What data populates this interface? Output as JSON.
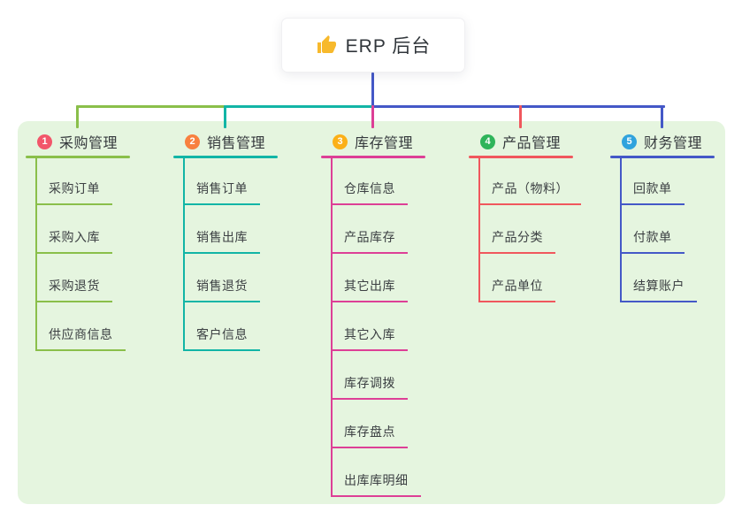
{
  "root": {
    "title": "ERP 后台",
    "icon": "thumbs-up-icon"
  },
  "colors": {
    "canvas_bg": "#ffffff",
    "panel_bg": "#e5f5df",
    "connector": "#4458c7",
    "thumb_icon": "#f7b92c",
    "root_text": "#31363b",
    "node_text": "#3c4043"
  },
  "branches": [
    {
      "num": "1",
      "label": "采购管理",
      "badge_color": "#f2566a",
      "line_color": "#8abf4a",
      "children": [
        "采购订单",
        "采购入库",
        "采购退货",
        "供应商信息"
      ]
    },
    {
      "num": "2",
      "label": "销售管理",
      "badge_color": "#f8803f",
      "line_color": "#12b5a6",
      "children": [
        "销售订单",
        "销售出库",
        "销售退货",
        "客户信息"
      ]
    },
    {
      "num": "3",
      "label": "库存管理",
      "badge_color": "#fbb018",
      "line_color": "#dd3f96",
      "children": [
        "仓库信息",
        "产品库存",
        "其它出库",
        "其它入库",
        "库存调拨",
        "库存盘点",
        "出库库明细"
      ]
    },
    {
      "num": "4",
      "label": "产品管理",
      "badge_color": "#2eb45a",
      "line_color": "#f0575d",
      "children": [
        "产品（物料）",
        "产品分类",
        "产品单位"
      ]
    },
    {
      "num": "5",
      "label": "财务管理",
      "badge_color": "#30a3dd",
      "line_color": "#4458c7",
      "children": [
        "回款单",
        "付款单",
        "结算账户"
      ]
    }
  ]
}
